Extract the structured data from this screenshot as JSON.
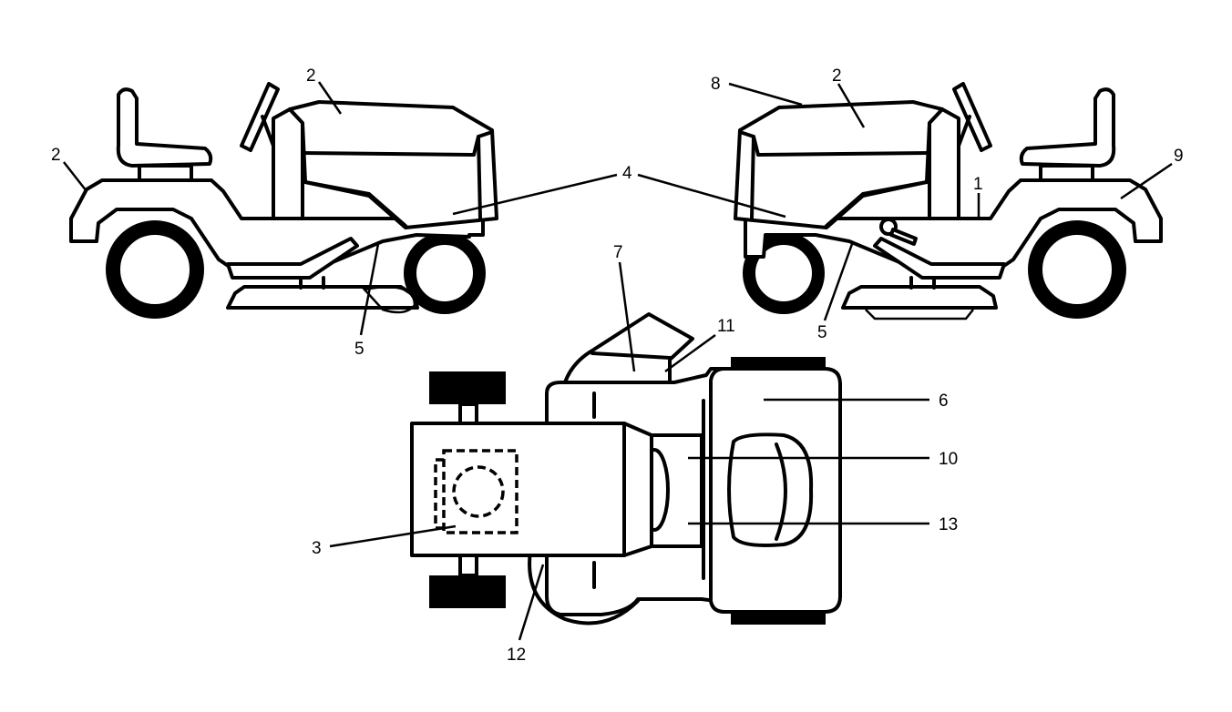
{
  "labels": {
    "c1": "1",
    "c2_left_rear": "2",
    "c2_left_hood": "2",
    "c2_right_hood": "2",
    "c3": "3",
    "c4": "4",
    "c5_left": "5",
    "c5_right": "5",
    "c6": "6",
    "c7": "7",
    "c8": "8",
    "c9": "9",
    "c10": "10",
    "c11": "11",
    "c12": "12",
    "c13": "13"
  },
  "icons": [
    "tractor-left-side-view",
    "tractor-right-side-view",
    "tractor-top-view"
  ],
  "colors": {
    "line": "#000000",
    "background": "#ffffff"
  }
}
